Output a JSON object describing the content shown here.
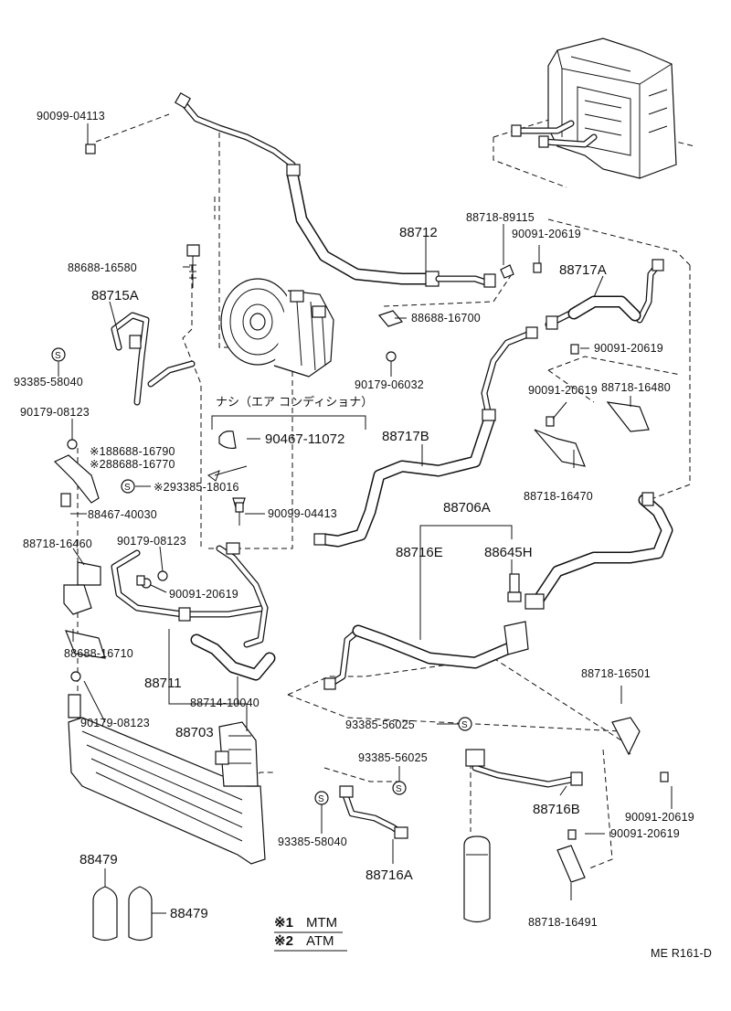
{
  "diagram": {
    "page_code": "ME R161-D",
    "note_no_ac": "ナシ（エア コンディショナ）",
    "legend": [
      {
        "mark": "※1",
        "text": "MTM"
      },
      {
        "mark": "※2",
        "text": "ATM"
      }
    ],
    "labels": {
      "l_90099_04113_top": "90099-04113",
      "l_88712": "88712",
      "l_88718_89115": "88718-89115",
      "l_90091_20619_a": "90091-20619",
      "l_88717A": "88717A",
      "l_88688_16580": "88688-16580",
      "l_88715A": "88715A",
      "l_88688_16700": "88688-16700",
      "l_90091_20619_b": "90091-20619",
      "l_93385_58040_a": "93385-58040",
      "l_90179_06032": "90179-06032",
      "l_88718_16480": "88718-16480",
      "l_90179_08123_a": "90179-08123",
      "l_90091_20619_c": "90091-20619",
      "l_90467_11072": "90467-11072",
      "l_88717B": "88717B",
      "l_88688_16790": "※188688-16790",
      "l_88688_16770": "※288688-16770",
      "l_93385_18016": "※293385-18016",
      "l_88718_16470": "88718-16470",
      "l_88467_40030": "88467-40030",
      "l_90099_04413_mid": "90099-04413",
      "l_88706A": "88706A",
      "l_88718_16460": "88718-16460",
      "l_90179_08123_b": "90179-08123",
      "l_88716E": "88716E",
      "l_88645H": "88645H",
      "l_90091_20619_d": "90091-20619",
      "l_88688_16710": "88688-16710",
      "l_88711": "88711",
      "l_88714_10040": "88714-10040",
      "l_88718_16501": "88718-16501",
      "l_90179_08123_c": "90179-08123",
      "l_88703": "88703",
      "l_93385_56025_a": "93385-56025",
      "l_93385_56025_b": "93385-56025",
      "l_88716B": "88716B",
      "l_90091_20619_e": "90091-20619",
      "l_90091_20619_f": "90091-20619",
      "l_93385_58040_b": "93385-58040",
      "l_88716A": "88716A",
      "l_88479_a": "88479",
      "l_88479_b": "88479",
      "l_88718_16491": "88718-16491"
    }
  }
}
